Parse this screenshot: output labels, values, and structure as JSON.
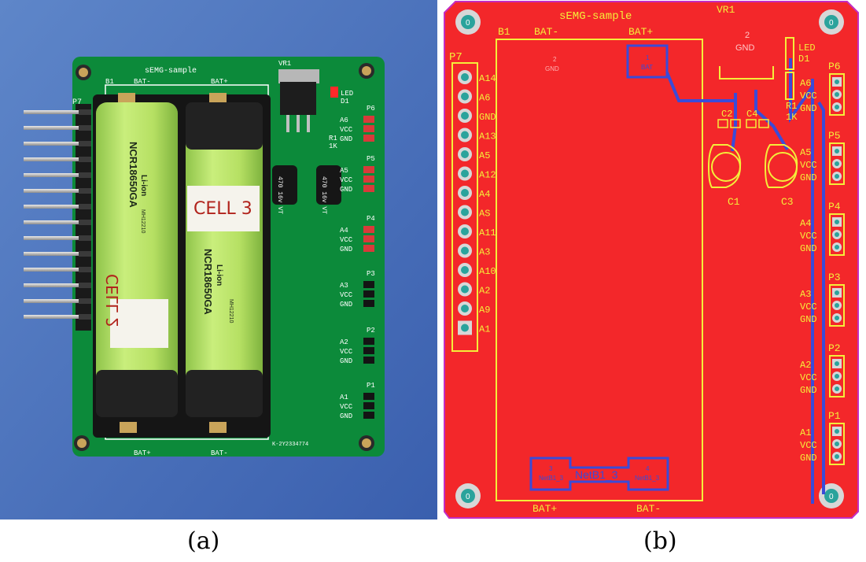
{
  "captions": {
    "a": "(a)",
    "b": "(b)"
  },
  "photo": {
    "board_title": "sEMG-sample",
    "vr_label": "VR1",
    "b1_label": "B1",
    "bat_minus": "BAT-",
    "bat_plus": "BAT+",
    "bottom_bat_plus": "BAT+",
    "bottom_bat_minus": "BAT-",
    "header_label": "P7",
    "led_label": "LED",
    "d1_label": "D1",
    "r1_label": "R1",
    "r1_value": "1K",
    "cell_left": {
      "model": "NCR18650GA",
      "chem": "Li-ion",
      "code": "MH12210",
      "hand": "CELL 2"
    },
    "cell_right": {
      "model": "NCR18650GA",
      "chem": "Li-ion",
      "code": "MH12210",
      "hand": "CELL 3"
    },
    "cap_text": "470 16v VT",
    "serial": "K-2Y2334774",
    "ports": [
      {
        "name": "P6",
        "pins": [
          "A6",
          "VCC",
          "GND"
        ]
      },
      {
        "name": "P5",
        "pins": [
          "A5",
          "VCC",
          "GND"
        ]
      },
      {
        "name": "P4",
        "pins": [
          "A4",
          "VCC",
          "GND"
        ]
      },
      {
        "name": "P3",
        "pins": [
          "A3",
          "VCC",
          "GND"
        ]
      },
      {
        "name": "P2",
        "pins": [
          "A2",
          "VCC",
          "GND"
        ]
      },
      {
        "name": "P1",
        "pins": [
          "A1",
          "VCC",
          "GND"
        ]
      }
    ]
  },
  "layout": {
    "board_title": "sEMG-sample",
    "vr_label": "VR1",
    "b1_label": "B1",
    "bat_minus_top": "BAT-",
    "bat_plus_top": "BAT+",
    "bat_plus_bottom": "BAT+",
    "bat_minus_bottom": "BAT-",
    "pad1_num": "1",
    "pad1_net": "BAT",
    "pad2_num": "2",
    "pad2_net": "GND",
    "pad3_num": "3",
    "pad3_net": "NetB1_3",
    "pad4_num": "4",
    "pad4_net": "NetB1_3",
    "net_center": "NetB1_3",
    "vr_pin_num": "2",
    "vr_pin_net": "GND",
    "header_label": "P7",
    "header_pins": [
      "A14",
      "A6",
      "GND",
      "A13",
      "A5",
      "A12",
      "A4",
      "AS",
      "A11",
      "A3",
      "A10",
      "A2",
      "A9",
      "A1"
    ],
    "led_label": "LED",
    "d1_label": "D1",
    "r1_label": "R1",
    "r1_value": "1K",
    "c2_label": "C2",
    "c4_label": "C4",
    "c1_label": "C1",
    "c3_label": "C3",
    "hole_label": "0",
    "ports": [
      {
        "name": "P6",
        "pins": [
          "A6",
          "VCC",
          "GND"
        ]
      },
      {
        "name": "P5",
        "pins": [
          "A5",
          "VCC",
          "GND"
        ]
      },
      {
        "name": "P4",
        "pins": [
          "A4",
          "VCC",
          "GND"
        ]
      },
      {
        "name": "P3",
        "pins": [
          "A3",
          "VCC",
          "GND"
        ]
      },
      {
        "name": "P2",
        "pins": [
          "A2",
          "VCC",
          "GND"
        ]
      },
      {
        "name": "P1",
        "pins": [
          "A1",
          "VCC",
          "GND"
        ]
      }
    ]
  },
  "colors": {
    "background_blue": "#3f67b6",
    "pcb_green": "#0c8a3a",
    "cell_green": "#b9e36a",
    "layout_red": "#f3272a",
    "silk_yellow": "#f4ee3a",
    "trace_blue": "#3a4bd8",
    "board_outline": "#c42cc2"
  }
}
